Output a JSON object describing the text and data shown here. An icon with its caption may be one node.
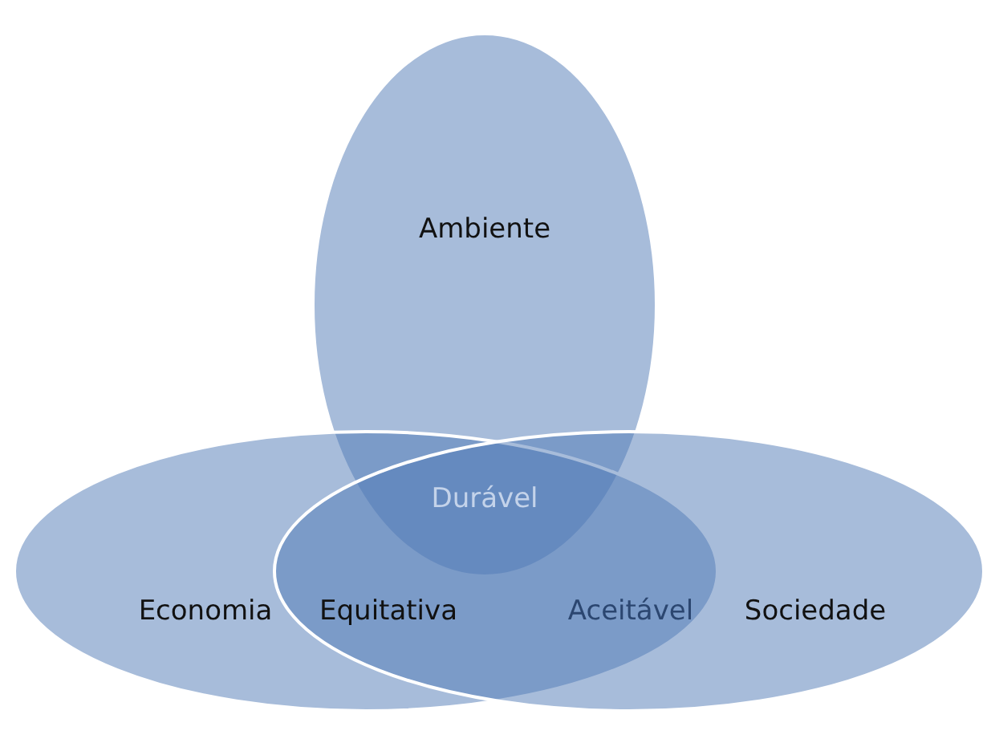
{
  "diagram": {
    "nodes": [
      {
        "text": [
          "Ambiente"
        ]
      },
      {
        "text": [
          "Economia"
        ]
      },
      {
        "text": [
          "Sociedade"
        ]
      }
    ],
    "labels": [
      "Durável",
      "Equitativa",
      "Aceitável"
    ]
  }
}
